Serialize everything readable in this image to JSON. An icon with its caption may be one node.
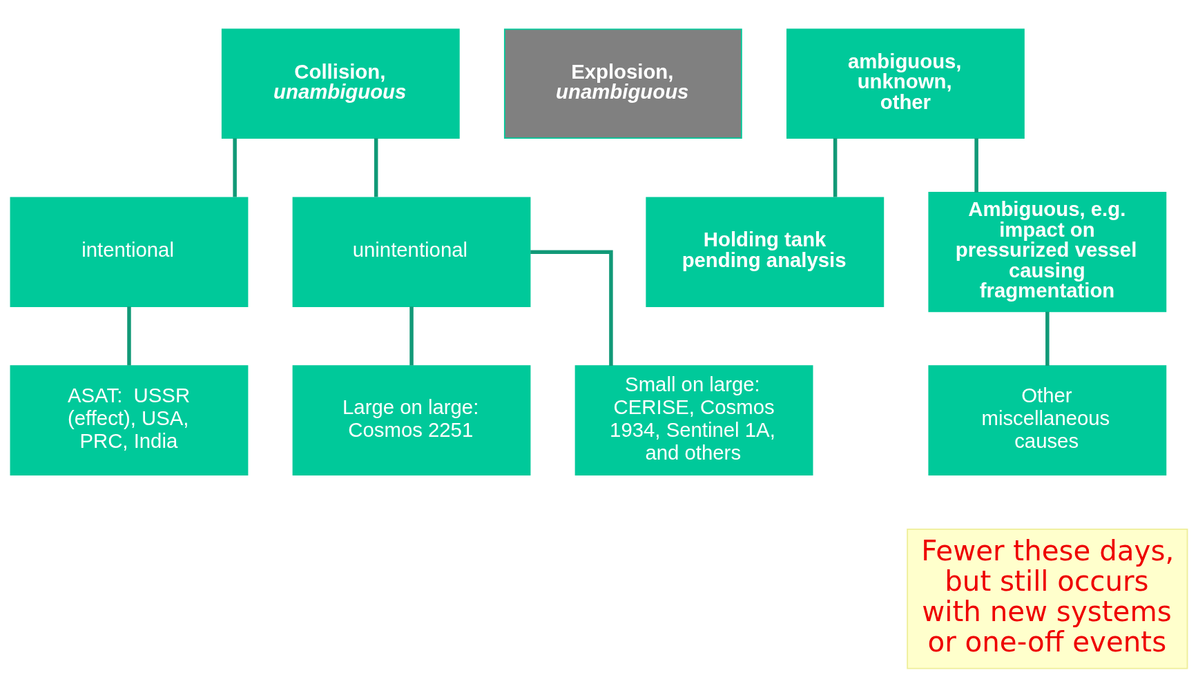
{
  "diagram": {
    "nodes": [
      {
        "text": [
          "Collision, unambiguous"
        ]
      },
      {
        "text": [
          "Explosion, unambiguous"
        ]
      },
      {
        "text": [
          "ambiguous, unknown, other"
        ]
      },
      {
        "text": [
          "intentional"
        ]
      },
      {
        "text": [
          "unintentional"
        ]
      },
      {
        "text": [
          "Holding tank pending analysis"
        ]
      },
      {
        "text": [
          "Ambiguous, e.g. impact on pressurized vessel causing fragmentation"
        ]
      },
      {
        "text": [
          "ASAT:  USSR (effect), USA, PRC, India"
        ]
      },
      {
        "text": [
          "Large on large: Cosmos 2251"
        ]
      },
      {
        "text": [
          "Small on large: CERISE, Cosmos 1934, Sentinel 1A, and others"
        ]
      },
      {
        "text": [
          "Other miscellaneous causes"
        ]
      },
      {
        "text": [
          "Fewer these days, but still occurs with new systems or one-off events"
        ]
      }
    ],
    "edges": [
      {
        "from": 0,
        "to": 3,
        "arrow": "none"
      },
      {
        "from": 0,
        "to": 4,
        "arrow": "none"
      },
      {
        "from": 2,
        "to": 5,
        "arrow": "none"
      },
      {
        "from": 2,
        "to": 6,
        "arrow": "none"
      },
      {
        "from": 3,
        "to": 7,
        "arrow": "none"
      },
      {
        "from": 4,
        "to": 8,
        "arrow": "none"
      },
      {
        "from": 4,
        "to": 9,
        "arrow": "none"
      },
      {
        "from": 6,
        "to": 10,
        "arrow": "none"
      }
    ]
  }
}
